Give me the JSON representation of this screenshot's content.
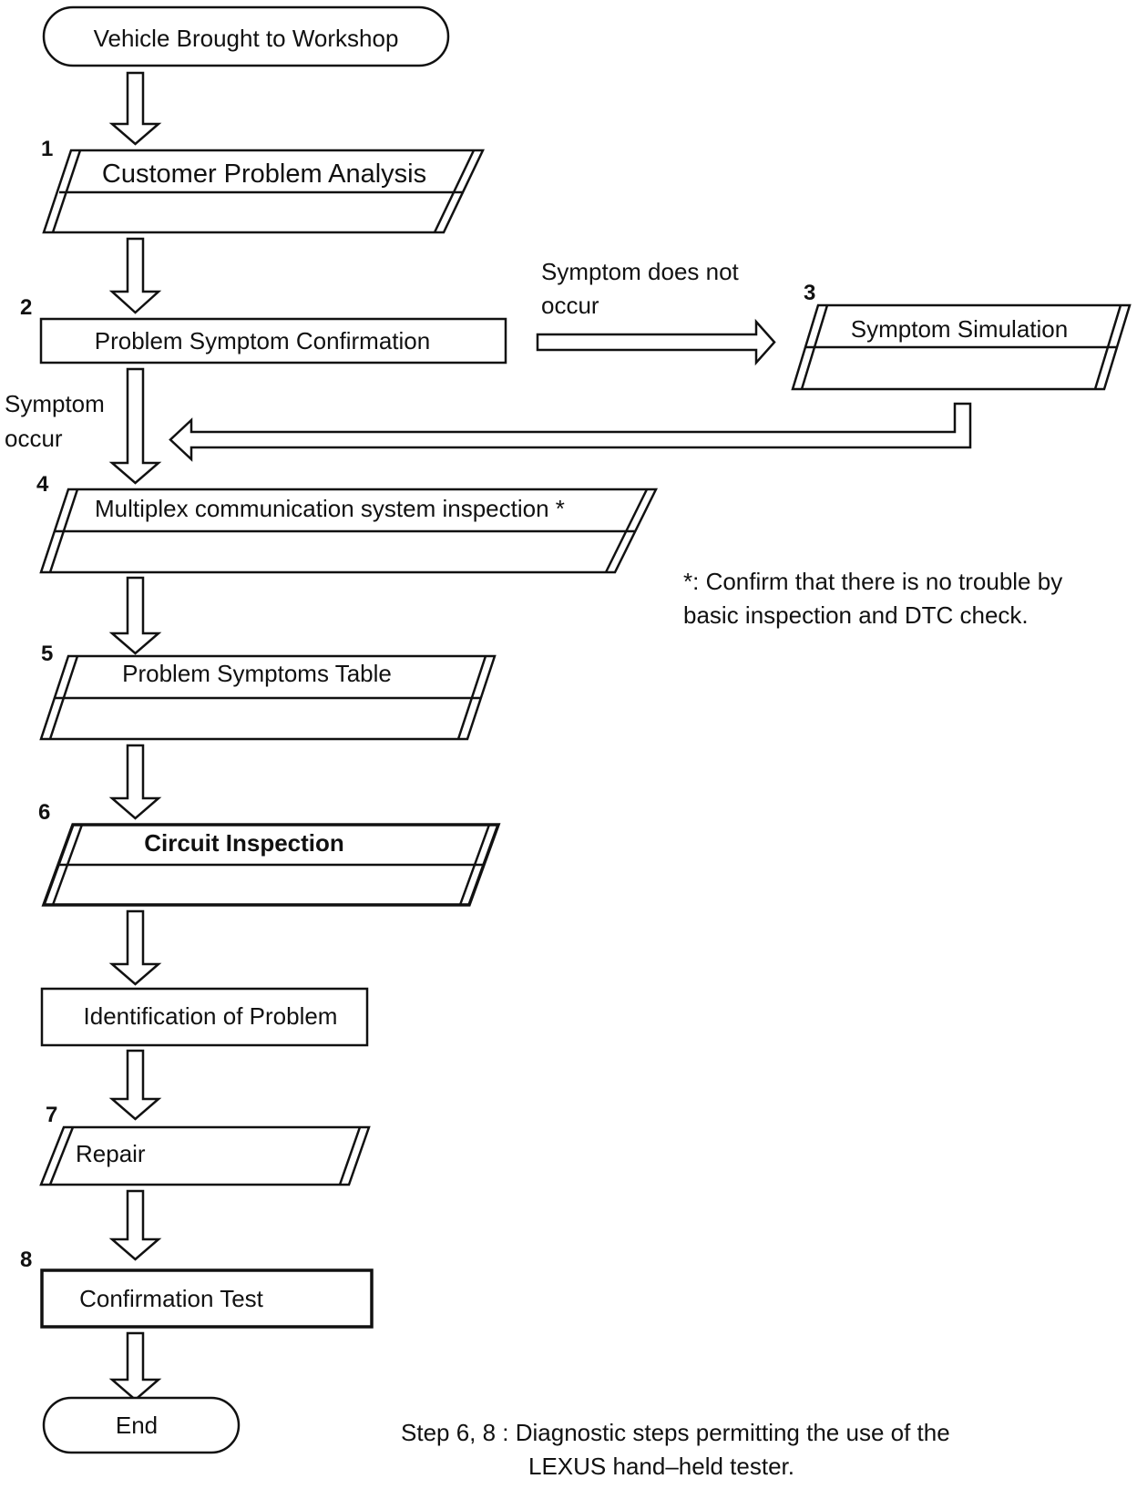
{
  "start_label": "Vehicle Brought to Workshop",
  "end_label": "End",
  "steps": {
    "customer_analysis": {
      "number": "1",
      "label": "Customer Problem Analysis"
    },
    "symptom_confirmation": {
      "number": "2",
      "label": "Problem Symptom Confirmation"
    },
    "symptom_simulation": {
      "number": "3",
      "label": "Symptom Simulation"
    },
    "multiplex_inspection": {
      "number": "4",
      "label": "Multiplex communication system inspection *"
    },
    "symptoms_table": {
      "number": "5",
      "label": "Problem Symptoms Table"
    },
    "circuit_inspection": {
      "number": "6",
      "label": "Circuit Inspection"
    },
    "identification": {
      "label": "Identification of Problem"
    },
    "repair": {
      "number": "7",
      "label": "Repair"
    },
    "confirmation_test": {
      "number": "8",
      "label": "Confirmation Test"
    }
  },
  "branch_labels": {
    "not_occur": [
      "Symptom does not",
      "occur"
    ],
    "occur": [
      "Symptom",
      "occur"
    ]
  },
  "notes": {
    "asterisk": [
      "*: Confirm that there is no trouble by",
      "basic inspection and DTC check."
    ],
    "footer": [
      "Step 6, 8 : Diagnostic steps permitting the use of the",
      "LEXUS hand–held tester."
    ]
  }
}
